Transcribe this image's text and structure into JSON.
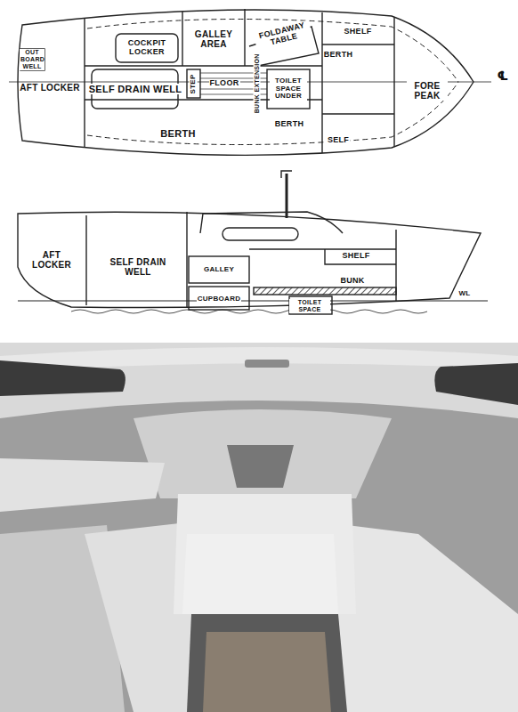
{
  "diagram": {
    "labels": [
      "OUT BOARD WELL",
      "AFT LOCKER",
      "COCKPIT LOCKER",
      "GALLEY AREA",
      "FOLDAWAY TABLE",
      "SHELF",
      "BERTH",
      "SELF DRAIN WELL",
      "STEP",
      "FLOOR",
      "BUNK EXTENSION",
      "TOILET SPACE UNDER",
      "FORE PEAK",
      "℄",
      "BERTH",
      "BERTH",
      "SELF",
      "AFT LOCKER",
      "SELF DRAIN WELL",
      "GALLEY",
      "CUPBOARD",
      "SHELF",
      "BUNK",
      "TOILET SPACE",
      "WL"
    ]
  }
}
